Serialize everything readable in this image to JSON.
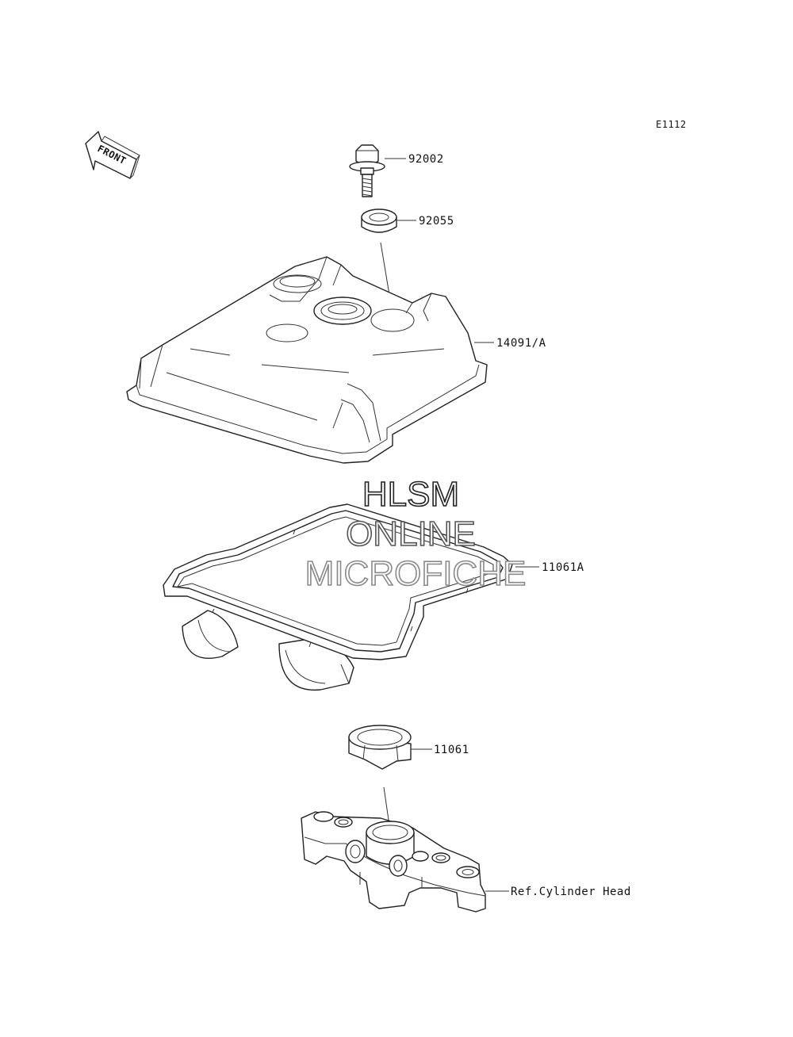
{
  "diagram_code": "E1112",
  "front_marker": "FRONT",
  "watermark": [
    "HLSM",
    "ONLINE",
    "MICROFICHE"
  ],
  "callouts": [
    {
      "id": "bolt",
      "label": "92002"
    },
    {
      "id": "washer",
      "label": "92055"
    },
    {
      "id": "cover",
      "label": "14091/A"
    },
    {
      "id": "gasket",
      "label": "11061A"
    },
    {
      "id": "seal",
      "label": "11061"
    },
    {
      "id": "head",
      "label": "Ref.Cylinder Head"
    }
  ]
}
